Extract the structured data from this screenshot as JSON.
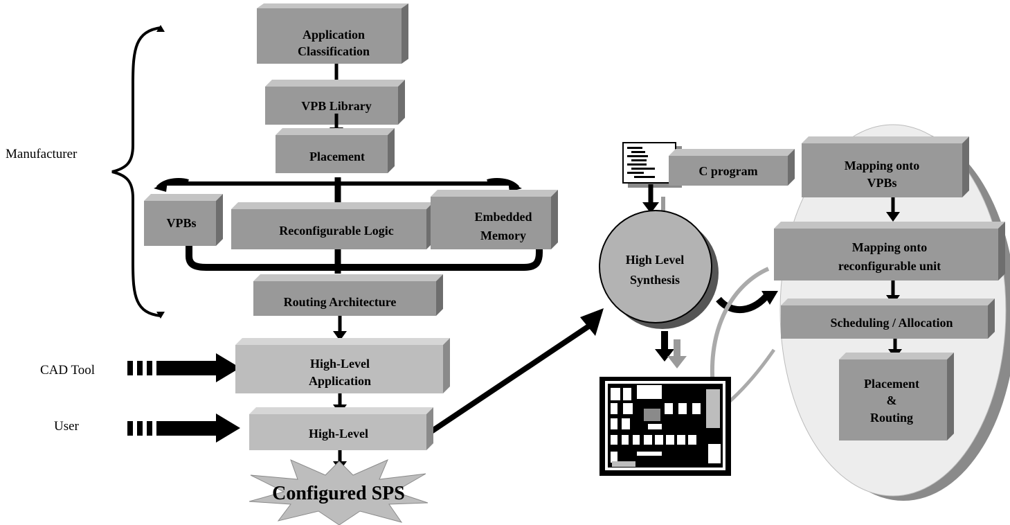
{
  "side_labels": {
    "manufacturer": "Manufacturer",
    "cad_tool": "CAD Tool",
    "user": "User"
  },
  "left_flow": {
    "app_classification": [
      "Application",
      "Classification"
    ],
    "vpb_library": "VPB Library",
    "placement": "Placement",
    "vpbs": "VPBs",
    "reconfigurable_logic": "Reconfigurable Logic",
    "embedded_memory": [
      "Embedded",
      "Memory"
    ],
    "routing_architecture": "Routing Architecture",
    "high_level_application": [
      "High-Level",
      "Application"
    ],
    "high_level": "High-Level",
    "configured_sps": "Configured SPS"
  },
  "right_flow": {
    "c_program": "C program",
    "high_level_synthesis": [
      "High Level",
      "Synthesis"
    ],
    "mapping_vpbs": [
      "Mapping onto",
      "VPBs"
    ],
    "mapping_reconfigurable": [
      "Mapping  onto",
      "reconfigurable unit"
    ],
    "scheduling": "Scheduling / Allocation",
    "placement_routing": [
      "Placement",
      "&",
      "Routing"
    ]
  },
  "colors": {
    "box_face": "#999999",
    "box_top": "#c4c4c4",
    "box_side": "#6e6e6e",
    "light_box_face": "#bdbdbd",
    "ellipse_fill": "#ededed",
    "circle_fill": "#b3b3b3"
  }
}
